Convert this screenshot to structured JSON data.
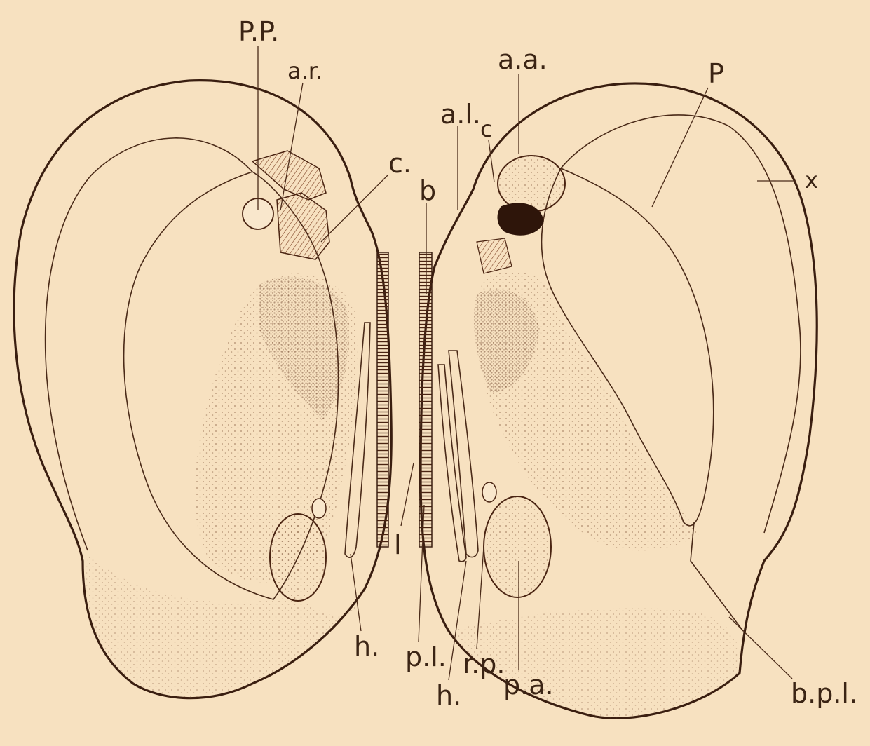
{
  "figure": {
    "background": "#f7e1c0",
    "ink": "#3a1e10",
    "labels": {
      "pp": "P.P.",
      "ar": "a.r.",
      "c_left": "c.",
      "b": "b",
      "al": "a.l.",
      "c_right": "c",
      "aa": "a.a.",
      "p": "P",
      "x": "x",
      "l": "l",
      "h_left": "h.",
      "pl": "p.l.",
      "rp": "r.p.",
      "h_right": "h.",
      "pa": "p.a.",
      "bpl": "b.p.l."
    }
  }
}
